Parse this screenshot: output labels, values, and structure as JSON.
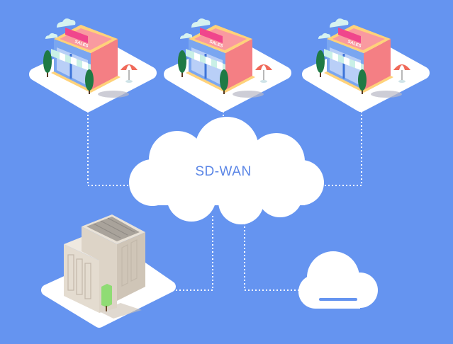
{
  "cloud": {
    "label": "SD-WAN"
  },
  "stores": [
    {
      "sign": "SALES"
    },
    {
      "sign": "SALES"
    },
    {
      "sign": "SALES"
    }
  ],
  "colors": {
    "background": "#6594f0",
    "cloud_text": "#5b86e6",
    "platform": "#ffffff",
    "store_wall": "#f47f84",
    "store_front": "#4a86e8",
    "awning": "#c9f0e6",
    "tree": "#1f7a45",
    "building": "#d8cfc2",
    "connector": "#ffffff"
  }
}
